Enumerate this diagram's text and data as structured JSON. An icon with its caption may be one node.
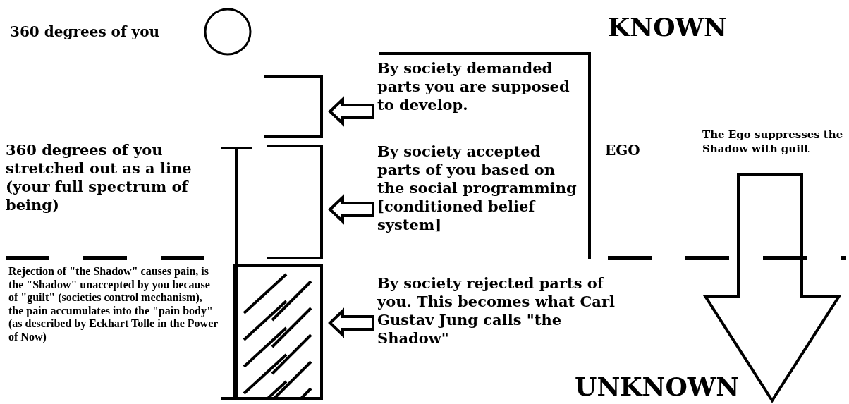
{
  "diagram": {
    "nodes": [
      {
        "text": [],
        "shape": "bracket"
      },
      {
        "text": [
          "By society demanded parts you are supposed to develop."
        ]
      },
      {
        "text": [],
        "shape": "bracket"
      },
      {
        "text": [
          "By society accepted parts of you based on the social programming [conditioned belief system]"
        ]
      },
      {
        "text": [],
        "shape": "box"
      },
      {
        "text": [
          "By society rejected parts of you. This becomes what Carl Gustav Jung calls \"the Shadow\""
        ]
      }
    ],
    "edges": [
      {
        "from": 1,
        "to": 0,
        "arrow": "to"
      },
      {
        "from": 3,
        "to": 2,
        "arrow": "to"
      },
      {
        "from": 5,
        "to": 4,
        "arrow": "to"
      }
    ],
    "labels": [
      "360 degrees of you",
      "KNOWN",
      "360 degrees of you stretched out as a line (your full spectrum of being)",
      "EGO",
      "The Ego suppresses the Shadow with guilt",
      "Rejection of \"the Shadow\" causes pain, is the \"Shadow\" unaccepted by you because of \"guilt\" (societies control mechanism), the pain accumulates into the \"pain body\" (as described by Eckhart Tolle in the Power of Now)",
      "UNKNOWN"
    ]
  }
}
